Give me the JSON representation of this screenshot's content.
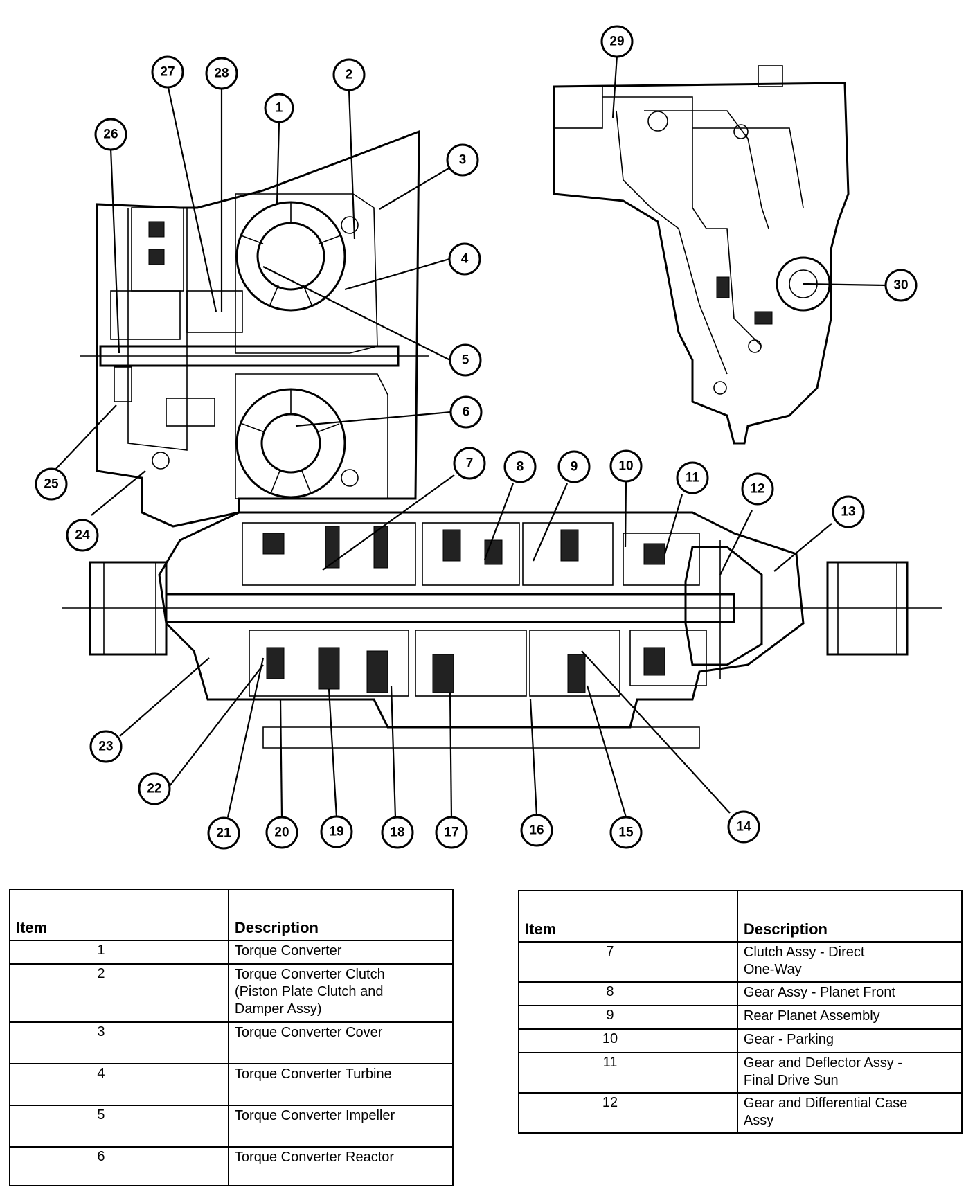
{
  "callouts": [
    "1",
    "2",
    "3",
    "4",
    "5",
    "6",
    "7",
    "8",
    "9",
    "10",
    "11",
    "12",
    "13",
    "14",
    "15",
    "16",
    "17",
    "18",
    "19",
    "20",
    "21",
    "22",
    "23",
    "24",
    "25",
    "26",
    "27",
    "28",
    "29",
    "30"
  ],
  "legend_left": {
    "header_item": "Item",
    "header_desc": "Description",
    "rows": [
      {
        "item": "1",
        "desc": "Torque Converter"
      },
      {
        "item": "2",
        "desc": "Torque Converter Clutch\n(Piston Plate Clutch and\nDamper Assy)"
      },
      {
        "item": "3",
        "desc": "Torque Converter Cover"
      },
      {
        "item": "4",
        "desc": "Torque Converter Turbine"
      },
      {
        "item": "5",
        "desc": "Torque Converter Impeller"
      },
      {
        "item": "6",
        "desc": "Torque Converter Reactor"
      }
    ]
  },
  "legend_right": {
    "header_item": "Item",
    "header_desc": "Description",
    "rows": [
      {
        "item": "7",
        "desc": "Clutch Assy - Direct\nOne-Way"
      },
      {
        "item": "8",
        "desc": "Gear Assy - Planet Front"
      },
      {
        "item": "9",
        "desc": "Rear Planet Assembly"
      },
      {
        "item": "10",
        "desc": "Gear - Parking"
      },
      {
        "item": "11",
        "desc": "Gear and Deflector Assy -\nFinal Drive Sun"
      },
      {
        "item": "12",
        "desc": "Gear and Differential Case\nAssy"
      }
    ]
  }
}
